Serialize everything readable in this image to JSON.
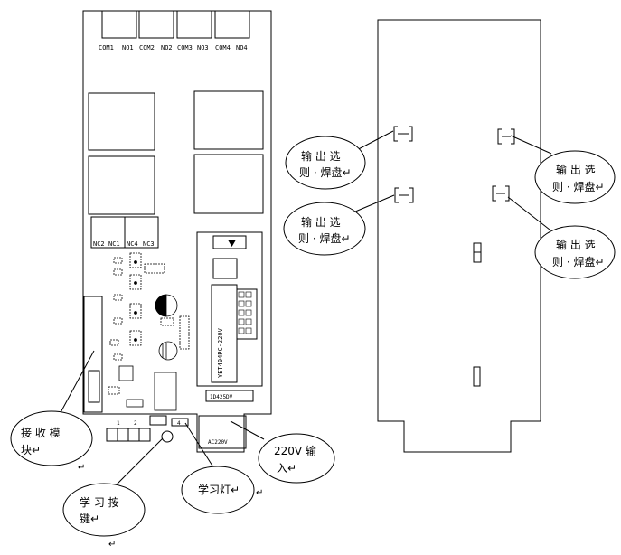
{
  "left_board": {
    "relay_terminals": [
      "COM1",
      "NO1",
      "COM2",
      "NO2",
      "COM3",
      "NO3",
      "COM4",
      "NO4"
    ],
    "nc_labels": [
      "NC2",
      "NC1",
      "NC4",
      "NC3"
    ],
    "module_part": "YET404PC-220V",
    "bottom_part": "1D425DV",
    "connector_text": "AC220V",
    "small_marks": [
      "1",
      "2",
      "4"
    ]
  },
  "callouts": {
    "receiver_module": {
      "line1": "接 收 模",
      "line2": "块↵"
    },
    "learn_key": {
      "line1": "学 习 按",
      "line2": "键↵"
    },
    "learn_led": {
      "line1": "学习灯↵"
    },
    "power_input": {
      "line1": "220V 输",
      "line2": "入↵"
    },
    "output_select_1": {
      "line1": "输 出 选",
      "line2": "则 · 焊盘↵"
    },
    "output_select_2": {
      "line1": "输 出 选",
      "line2": "则 · 焊盘↵"
    },
    "output_select_3": {
      "line1": "输 出 选",
      "line2": "则 · 焊盘↵"
    },
    "output_select_4": {
      "line1": "输 出 选",
      "line2": "则 · 焊盘↵"
    }
  },
  "stray_marks": [
    "↵",
    "↵",
    "↵"
  ]
}
